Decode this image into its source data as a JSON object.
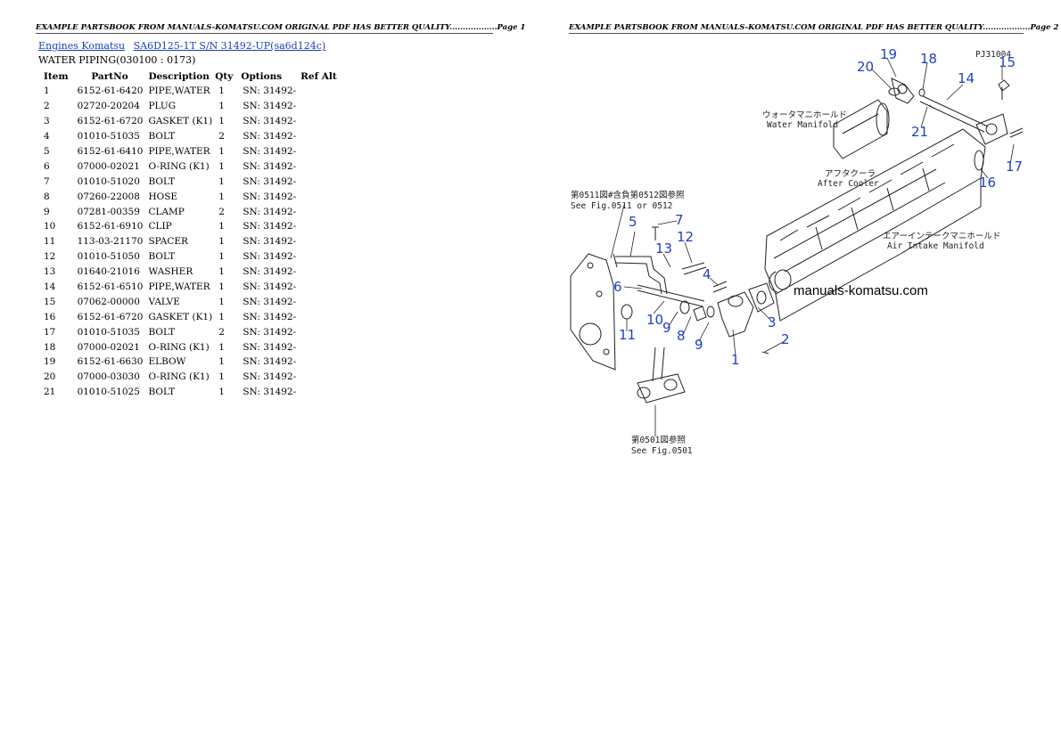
{
  "header": {
    "page1": "EXAMPLE PARTSBOOK FROM MANUALS-KOMATSU.COM ORIGINAL PDF HAS BETTER QUALITY..................Page 1",
    "page2": "EXAMPLE PARTSBOOK FROM MANUALS-KOMATSU.COM ORIGINAL PDF HAS BETTER QUALITY..................Page 2"
  },
  "breadcrumb": {
    "link1": "Engines Komatsu",
    "link2": "SA6D125-1T S/N 31492-UP(sa6d124c)"
  },
  "subtitle": "WATER PIPING(030100 : 0173)",
  "table": {
    "columns": [
      "Item",
      "PartNo",
      "Description",
      "Qty",
      "Options",
      "Ref Alt"
    ],
    "rows": [
      [
        "1",
        "6152-61-6420",
        "PIPE,WATER",
        "1",
        "SN: 31492-",
        ""
      ],
      [
        "2",
        "02720-20204",
        "PLUG",
        "1",
        "SN: 31492-",
        ""
      ],
      [
        "3",
        "6152-61-6720",
        "GASKET (K1)",
        "1",
        "SN: 31492-",
        ""
      ],
      [
        "4",
        "01010-51035",
        "BOLT",
        "2",
        "SN: 31492-",
        ""
      ],
      [
        "5",
        "6152-61-6410",
        "PIPE,WATER",
        "1",
        "SN: 31492-",
        ""
      ],
      [
        "6",
        "07000-02021",
        "O-RING (K1)",
        "1",
        "SN: 31492-",
        ""
      ],
      [
        "7",
        "01010-51020",
        "BOLT",
        "1",
        "SN: 31492-",
        ""
      ],
      [
        "8",
        "07260-22008",
        "HOSE",
        "1",
        "SN: 31492-",
        ""
      ],
      [
        "9",
        "07281-00359",
        "CLAMP",
        "2",
        "SN: 31492-",
        ""
      ],
      [
        "10",
        "6152-61-6910",
        "CLIP",
        "1",
        "SN: 31492-",
        ""
      ],
      [
        "11",
        "113-03-21170",
        "SPACER",
        "1",
        "SN: 31492-",
        ""
      ],
      [
        "12",
        "01010-51050",
        "BOLT",
        "1",
        "SN: 31492-",
        ""
      ],
      [
        "13",
        "01640-21016",
        "WASHER",
        "1",
        "SN: 31492-",
        ""
      ],
      [
        "14",
        "6152-61-6510",
        "PIPE,WATER",
        "1",
        "SN: 31492-",
        ""
      ],
      [
        "15",
        "07062-00000",
        "VALVE",
        "1",
        "SN: 31492-",
        ""
      ],
      [
        "16",
        "6152-61-6720",
        "GASKET (K1)",
        "1",
        "SN: 31492-",
        ""
      ],
      [
        "17",
        "01010-51035",
        "BOLT",
        "2",
        "SN: 31492-",
        ""
      ],
      [
        "18",
        "07000-02021",
        "O-RING (K1)",
        "1",
        "SN: 31492-",
        ""
      ],
      [
        "19",
        "6152-61-6630",
        "ELBOW",
        "1",
        "SN: 31492-",
        ""
      ],
      [
        "20",
        "07000-03030",
        "O-RING (K1)",
        "1",
        "SN: 31492-",
        ""
      ],
      [
        "21",
        "01010-51025",
        "BOLT",
        "1",
        "SN: 31492-",
        ""
      ]
    ]
  },
  "diagram": {
    "code": "PJ31004",
    "watermark": "manuals-komatsu.com",
    "label_color": "#1f3fc6",
    "notes": {
      "water_manifold_jp": "ウォータマニホールド",
      "water_manifold_en": "Water Manifold",
      "after_cooler_jp": "アフタクーラ",
      "after_cooler_en": "After Cooler",
      "intake_jp": "エアーインテークマニホールド",
      "intake_en": "Air Intake Manifold",
      "fig0511_jp": "第0511図#含負第0512図参照",
      "fig0511_en": "See Fig.0511 or 0512",
      "fig0501_jp": "第0501図参照",
      "fig0501_en": "See Fig.0501"
    },
    "callouts": [
      "1",
      "2",
      "3",
      "4",
      "5",
      "6",
      "7",
      "8",
      "9",
      "9",
      "10",
      "11",
      "12",
      "13",
      "14",
      "15",
      "16",
      "17",
      "18",
      "19",
      "20",
      "21"
    ]
  }
}
